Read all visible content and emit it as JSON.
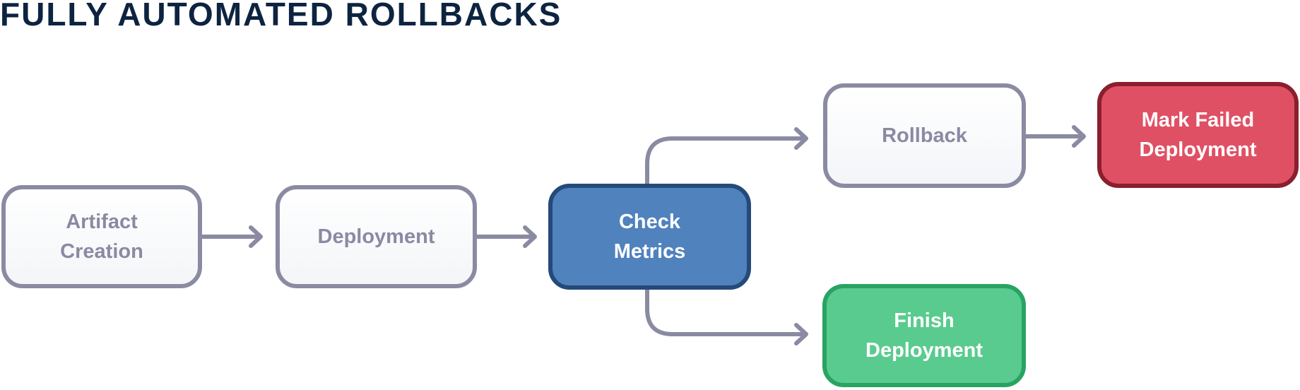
{
  "title": "FULLY AUTOMATED ROLLBACKS",
  "colors": {
    "title": "#0d2440",
    "connector": "#8a8aa3",
    "neutral_border": "#8a8aa3",
    "neutral_text": "#8a8aa3",
    "check_fill": "#5082bd",
    "check_border": "#244a7a",
    "failed_fill": "#e05064",
    "failed_border": "#8a1f2e",
    "finish_fill": "#5acb8e",
    "finish_border": "#28a462"
  },
  "nodes": [
    {
      "id": "artifact-creation",
      "label": "Artifact\nCreation",
      "style": "neutral"
    },
    {
      "id": "deployment",
      "label": "Deployment",
      "style": "neutral"
    },
    {
      "id": "check-metrics",
      "label": "Check\nMetrics",
      "style": "blue"
    },
    {
      "id": "rollback",
      "label": "Rollback",
      "style": "neutral"
    },
    {
      "id": "mark-failed-deployment",
      "label": "Mark Failed\nDeployment",
      "style": "red"
    },
    {
      "id": "finish-deployment",
      "label": "Finish\nDeployment",
      "style": "green"
    }
  ],
  "edges": [
    {
      "from": "artifact-creation",
      "to": "deployment"
    },
    {
      "from": "deployment",
      "to": "check-metrics"
    },
    {
      "from": "check-metrics",
      "to": "rollback"
    },
    {
      "from": "rollback",
      "to": "mark-failed-deployment"
    },
    {
      "from": "check-metrics",
      "to": "finish-deployment"
    }
  ]
}
